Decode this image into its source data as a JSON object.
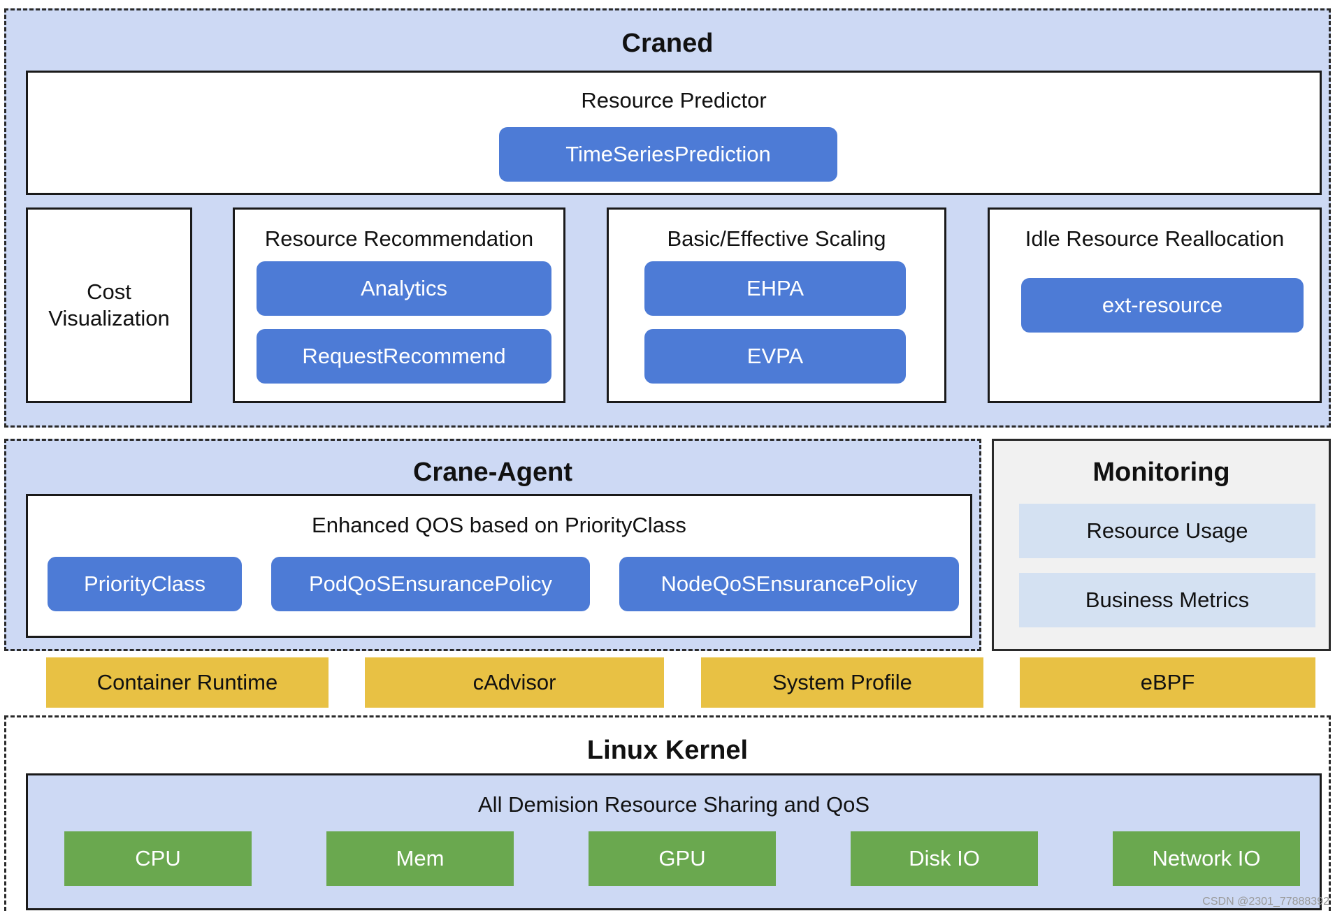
{
  "craned": {
    "title": "Craned",
    "predictor": {
      "label": "Resource Predictor",
      "items": [
        "TimeSeriesPrediction"
      ]
    },
    "cost": {
      "label_line1": "Cost",
      "label_line2": "Visualization"
    },
    "recommendation": {
      "label": "Resource Recommendation",
      "items": [
        "Analytics",
        "RequestRecommend"
      ]
    },
    "scaling": {
      "label": "Basic/Effective Scaling",
      "items": [
        "EHPA",
        "EVPA"
      ]
    },
    "idle": {
      "label": "Idle Resource Reallocation",
      "items": [
        "ext-resource"
      ]
    }
  },
  "agent": {
    "title": "Crane-Agent",
    "qos": {
      "label": "Enhanced QOS based on PriorityClass",
      "items": [
        "PriorityClass",
        "PodQoSEnsurancePolicy",
        "NodeQoSEnsurancePolicy"
      ]
    }
  },
  "monitoring": {
    "title": "Monitoring",
    "items": [
      "Resource Usage",
      "Business Metrics"
    ]
  },
  "infra": [
    "Container Runtime",
    "cAdvisor",
    "System Profile",
    "eBPF"
  ],
  "kernel": {
    "title": "Linux Kernel",
    "label": "All Demision Resource Sharing and QoS",
    "items": [
      "CPU",
      "Mem",
      "GPU",
      "Disk IO",
      "Network IO"
    ]
  },
  "watermark": "CSDN @2301_77888392",
  "colors": {
    "region_blue": "#cdd9f4",
    "chip_blue": "#4d7bd6",
    "chip_yellow": "#e8c144",
    "chip_green": "#6aa84f",
    "chip_light": "#d4e1f2"
  }
}
